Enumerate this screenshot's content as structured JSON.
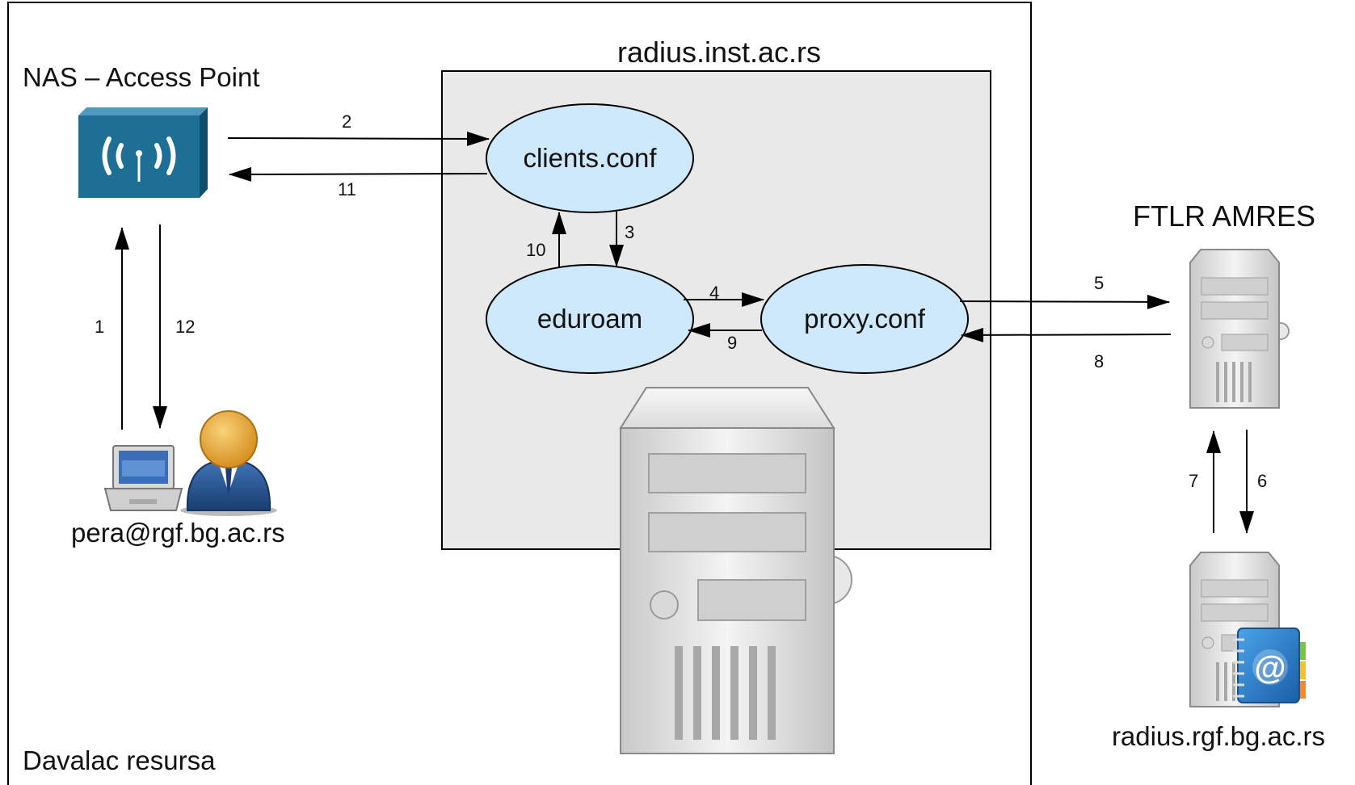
{
  "title": "radius.inst.ac.rs",
  "labels": {
    "nas": "NAS – Access Point",
    "user": "pera@rgf.bg.ac.rs",
    "ftlr": "FTLR AMRES",
    "home_server": "radius.rgf.bg.ac.rs",
    "provider": "Davalac resursa"
  },
  "nodes": {
    "clients": "clients.conf",
    "eduroam": "eduroam",
    "proxy": "proxy.conf"
  },
  "steps": [
    "1",
    "2",
    "3",
    "4",
    "5",
    "6",
    "7",
    "8",
    "9",
    "10",
    "11",
    "12"
  ],
  "icons": {
    "access_point": "wireless-access-point-icon",
    "laptop": "laptop-icon",
    "user": "user-avatar-icon",
    "server": "server-tower-icon",
    "address_book": "address-book-icon"
  },
  "colors": {
    "ellipse_fill": "#cde9fb",
    "inner_box_fill": "#e9e9e9",
    "access_point": "#1d6f96",
    "line": "#000000"
  }
}
